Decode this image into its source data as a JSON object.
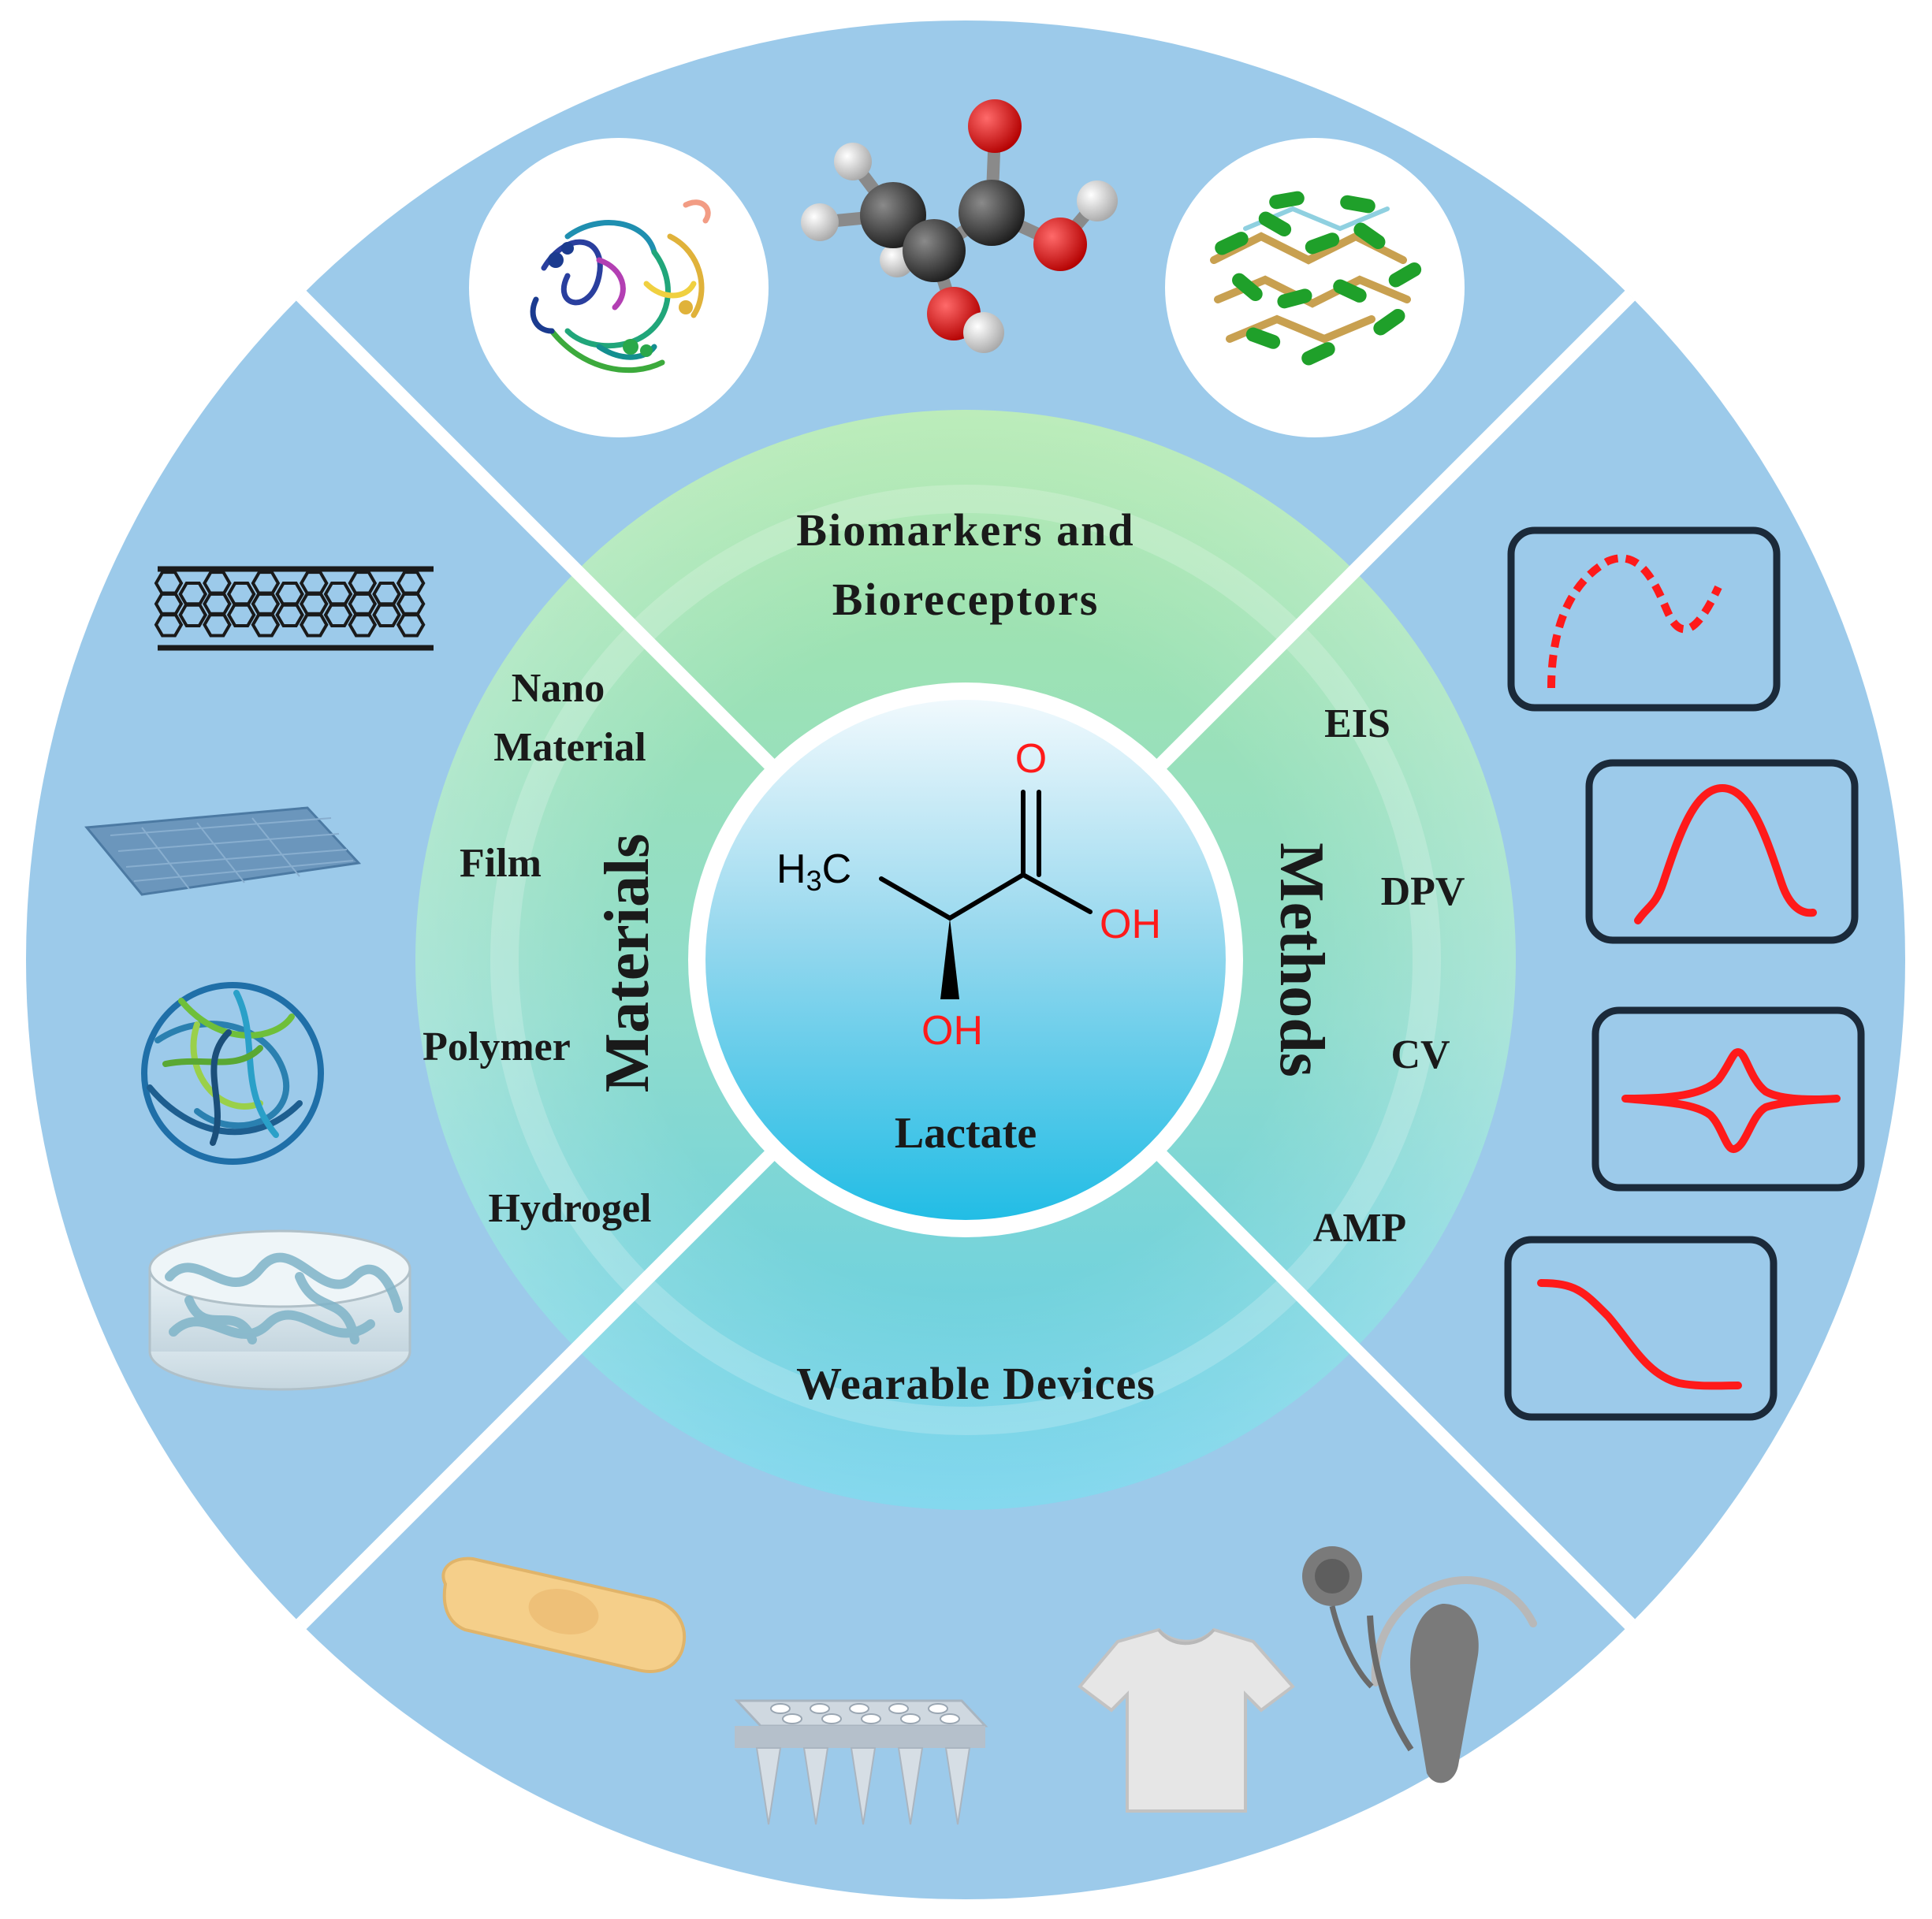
{
  "center": {
    "title": "Lactate",
    "formula": {
      "methyl": "H",
      "methyl_sub": "3",
      "methyl_end": "C",
      "carbonyl_o": "O",
      "acid_oh": "OH",
      "alpha_oh": "OH"
    }
  },
  "sectors": {
    "top": {
      "line1": "Biomarkers and",
      "line2": "Bioreceptors"
    },
    "left": {
      "title": "Materials",
      "items": [
        "Nano",
        "Material",
        "Film",
        "Polymer",
        "Hydrogel"
      ]
    },
    "right": {
      "title": "Methods",
      "items": [
        "EIS",
        "DPV",
        "CV",
        "AMP"
      ]
    },
    "bottom": {
      "title": "Wearable Devices"
    }
  },
  "colors": {
    "outer_ring": "#9ccaea",
    "divider": "#ffffff",
    "accent_red": "#ff1a1a",
    "signal_frame": "#1b2a3a"
  },
  "icons": {
    "top": [
      "enzyme-structure-icon",
      "lactate-ball-and-stick-icon",
      "protein-structure-icon"
    ],
    "left": [
      "nanotube-icon",
      "film-sheet-icon",
      "polymer-ball-icon",
      "hydrogel-icon"
    ],
    "right": [
      "eis-signal-icon",
      "dpv-signal-icon",
      "cv-signal-icon",
      "amp-signal-icon"
    ],
    "bottom": [
      "patch-icon",
      "microneedle-icon",
      "tshirt-icon",
      "hearing-aid-icon"
    ]
  }
}
